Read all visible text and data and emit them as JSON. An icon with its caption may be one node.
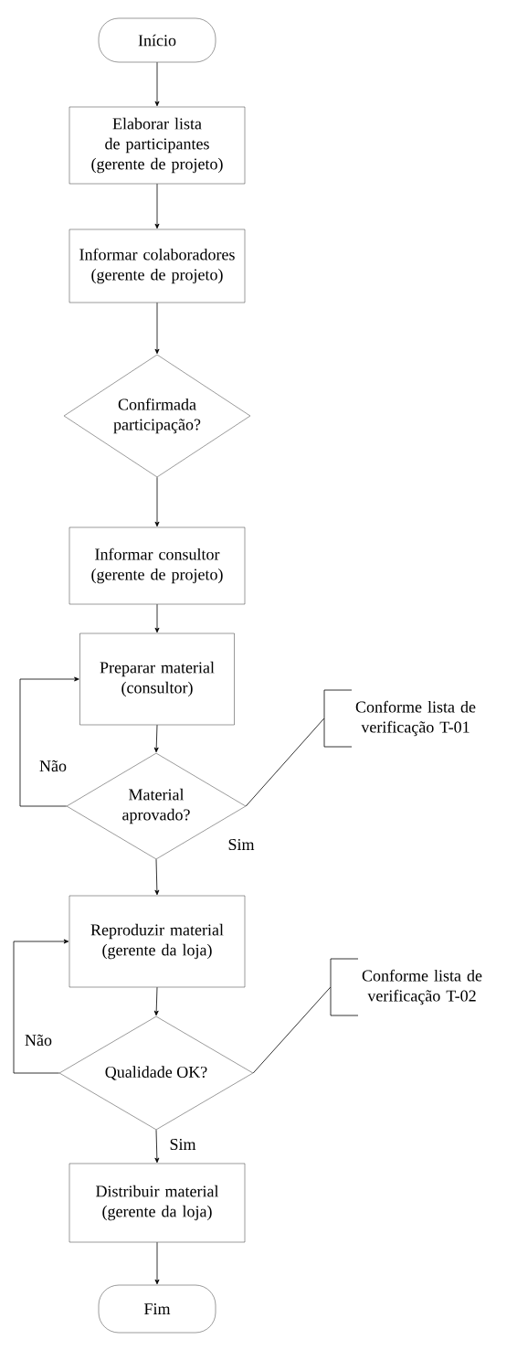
{
  "diagram": {
    "nodes": [
      {
        "text": [
          "Início"
        ]
      },
      {
        "text": [
          "Elaborar lista de participantes (gerente de projeto)"
        ]
      },
      {
        "text": [
          "Informar colaboradores (gerente de projeto)"
        ]
      },
      {
        "text": [
          "Confirmada participação?"
        ]
      },
      {
        "text": [
          "Informar consultor (gerente de projeto)"
        ]
      },
      {
        "text": [
          "Preparar material (consultor)"
        ]
      },
      {
        "text": [
          "Material aprovado?"
        ]
      },
      {
        "text": [
          "Conforme lista de verificação T-01"
        ]
      },
      {
        "text": [
          "Reproduzir material (gerente da loja)"
        ]
      },
      {
        "text": [
          "Qualidade OK?"
        ]
      },
      {
        "text": [
          "Conforme lista de verificação T-02"
        ]
      },
      {
        "text": [
          "Distribuir material (gerente da loja)"
        ]
      },
      {
        "text": [
          "Fim"
        ]
      }
    ],
    "edges": [
      {
        "from": 0,
        "to": 1,
        "arrow": "to"
      },
      {
        "from": 1,
        "to": 2,
        "arrow": "to"
      },
      {
        "from": 2,
        "to": 3,
        "arrow": "to"
      },
      {
        "from": 3,
        "to": 4,
        "arrow": "to"
      },
      {
        "from": 4,
        "to": 5,
        "arrow": "to"
      },
      {
        "from": 5,
        "to": 6,
        "arrow": "to"
      },
      {
        "from": 6,
        "to": 5,
        "arrow": "to",
        "label": "Não"
      },
      {
        "from": 6,
        "to": 7,
        "arrow": "none"
      },
      {
        "from": 6,
        "to": 8,
        "arrow": "to",
        "label": "Sim"
      },
      {
        "from": 8,
        "to": 9,
        "arrow": "to"
      },
      {
        "from": 9,
        "to": 8,
        "arrow": "to",
        "label": "Não"
      },
      {
        "from": 9,
        "to": 10,
        "arrow": "none"
      },
      {
        "from": 9,
        "to": 11,
        "arrow": "to",
        "label": "Sim"
      },
      {
        "from": 11,
        "to": 12,
        "arrow": "to"
      }
    ]
  }
}
